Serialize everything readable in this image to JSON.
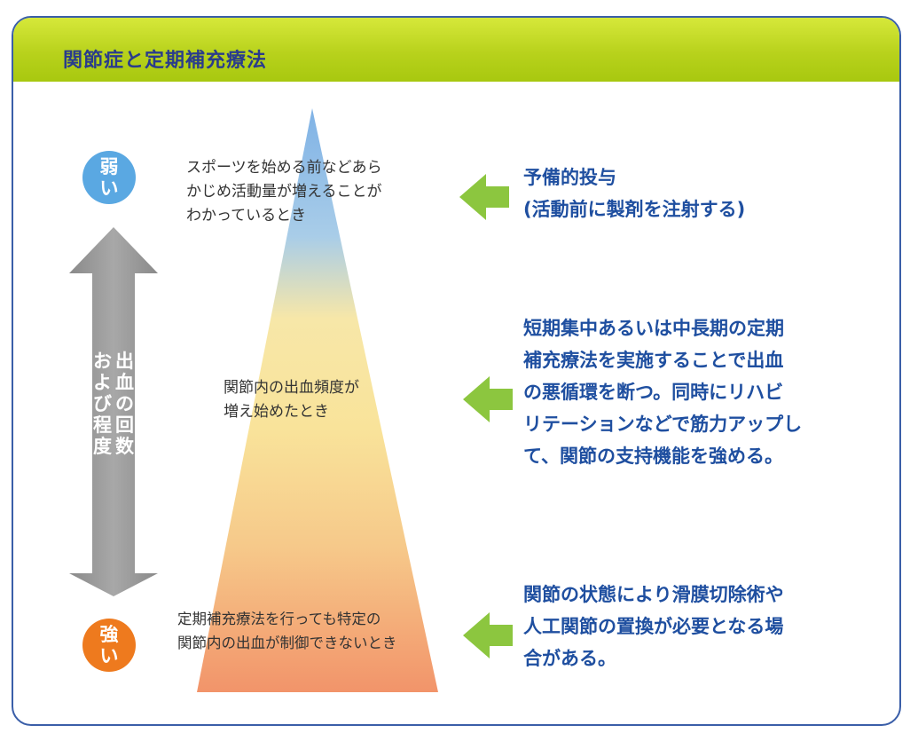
{
  "header": {
    "title": "関節症と定期補充療法"
  },
  "scale": {
    "weak_label_lines": [
      "弱",
      "い"
    ],
    "strong_label_lines": [
      "強",
      "い"
    ],
    "axis_label_columns": [
      [
        "出",
        "血",
        "の",
        "回",
        "数"
      ],
      [
        "お",
        "よ",
        "び",
        "程",
        "度"
      ]
    ]
  },
  "levels": [
    {
      "situation_lines": [
        "スポーツを始める前などあら",
        "かじめ活動量が増えることが",
        "わかっているとき"
      ],
      "treatment_lines": [
        "予備的投与",
        "(活動前に製剤を注射する)"
      ]
    },
    {
      "situation_lines": [
        "関節内の出血頻度が",
        "増え始めたとき"
      ],
      "treatment_lines": [
        "短期集中あるいは中長期の定期",
        "補充療法を実施することで出血",
        "の悪循環を断つ。同時にリハビ",
        "リテーションなどで筋力アップし",
        "て、関節の支持機能を強める。"
      ]
    },
    {
      "situation_lines": [
        "定期補充療法を行っても特定の",
        "関節内の出血が制御できないとき"
      ],
      "treatment_lines": [
        "関節の状態により滑膜切除術や",
        "人工関節の置換が必要となる場",
        "合がある。"
      ]
    }
  ],
  "colors": {
    "frame_border": "#3a5ea8",
    "header_green": "#b8d21c",
    "title_navy": "#2a3c8c",
    "treatment_blue": "#1f4fa0",
    "weak_circle": "#5aa8e2",
    "strong_circle": "#ee7a1e",
    "arrow_gray": "#9a9a9a",
    "pointer_green": "#8cc63f",
    "pyramid_top": "#7fb2e6",
    "pyramid_middle": "#f9e39a",
    "pyramid_bottom": "#f2946a"
  },
  "icons": {
    "axis_arrow": "double-headed-vertical-arrow",
    "pointer": "left-pointing-green-arrow"
  }
}
